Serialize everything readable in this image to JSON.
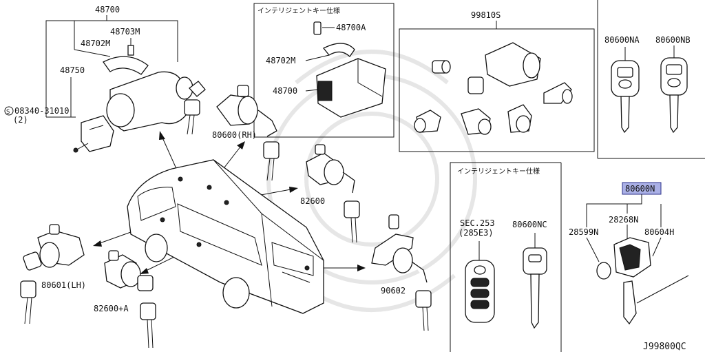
{
  "labels": {
    "p48700_top": "48700",
    "p48703M": "48703M",
    "p48702M_left": "48702M",
    "p48750": "48750",
    "p08340": "08340-31010",
    "p08340_qty": "(2)",
    "s_mark": "S",
    "intelligent_key_spec_1": "インテリジェントキー仕様",
    "p48700A": "48700A",
    "p48702M_box": "48702M",
    "p48700_box": "48700",
    "p99810": "99810S",
    "p80600NA": "80600NA",
    "p80600NB": "80600NB",
    "p80600RH": "80600(RH)",
    "p82600": "82600",
    "p80601LH": "80601(LH)",
    "p82600A": "82600+A",
    "p90602": "90602",
    "intelligent_key_spec_2": "インテリジェントキー仕様",
    "sec253": "SEC.253",
    "sec253_ref": "(285E3)",
    "p80600NC": "80600NC",
    "p80600N": "80600N",
    "p28268N": "28268N",
    "p28599N": "28599N",
    "p80604H": "80604H",
    "diagram_code": "J99800QC"
  },
  "colors": {
    "highlight_fill": "#aab0e6",
    "highlight_border": "#2b2f8a",
    "line": "#111111",
    "watermark": "#e6e6e6"
  }
}
